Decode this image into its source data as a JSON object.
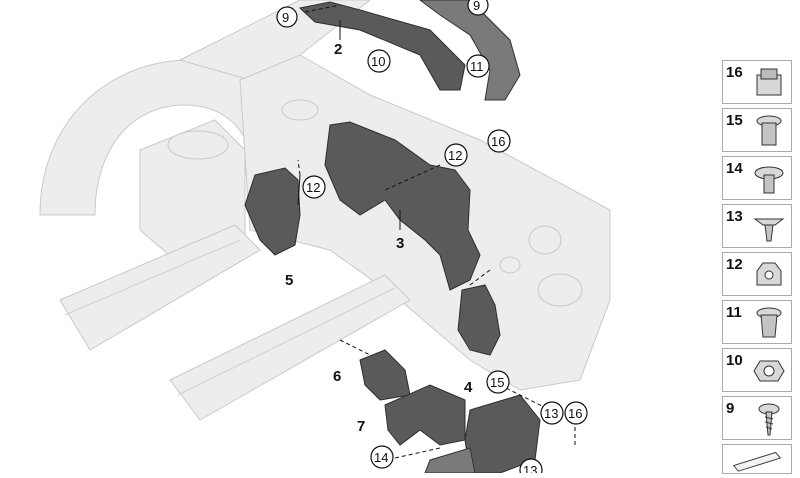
{
  "diagram": {
    "part_labels": [
      "2",
      "3",
      "4",
      "5",
      "6",
      "7"
    ],
    "callouts": [
      "9",
      "9",
      "10",
      "11",
      "12",
      "12",
      "13",
      "14",
      "15",
      "16",
      "16",
      "13"
    ]
  },
  "legend": {
    "items": [
      {
        "num": "16",
        "icon": "plastic-nut-icon"
      },
      {
        "num": "15",
        "icon": "expanding-rivet-icon"
      },
      {
        "num": "14",
        "icon": "flange-rivet-icon"
      },
      {
        "num": "13",
        "icon": "push-rivet-icon"
      },
      {
        "num": "12",
        "icon": "clip-nut-icon"
      },
      {
        "num": "11",
        "icon": "expanding-nut-icon"
      },
      {
        "num": "10",
        "icon": "hex-nut-icon"
      },
      {
        "num": "9",
        "icon": "tapping-screw-icon"
      }
    ]
  },
  "colors": {
    "part": "#5a5a5a",
    "ghost": "#ededed",
    "outline": "#111111"
  }
}
